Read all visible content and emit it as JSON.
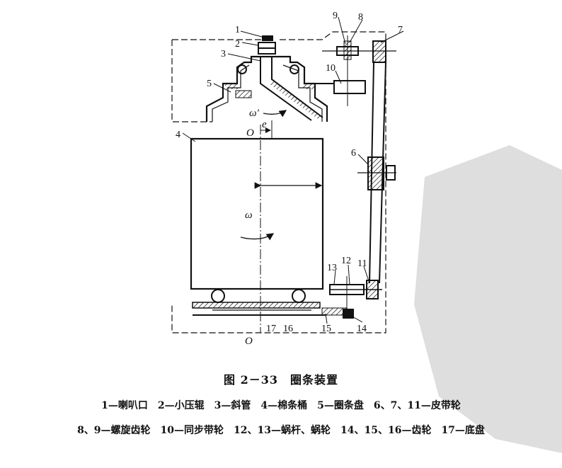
{
  "figure": {
    "title": "图 2－33　圈条装置",
    "legend_line1": "1—喇叭口　2—小压辊　3—斜管　4—棉条桶　5—圈条盘　6、7、11—皮带轮",
    "legend_line2": "8、9—螺旋齿轮　10—同步带轮　12、13—蜗杆、蜗轮　14、15、16—齿轮　17—底盘"
  },
  "diagram": {
    "part_labels": [
      "1",
      "2",
      "3",
      "4",
      "5",
      "6",
      "7",
      "8",
      "9",
      "10",
      "11",
      "12",
      "13",
      "14",
      "15",
      "16",
      "17"
    ],
    "symbols": {
      "omega": "ω",
      "omega_prime": "ω′",
      "axis_o_top": "O",
      "axis_o_bottom": "O",
      "eccentricity": "e"
    }
  },
  "colors": {
    "ink": "#111111",
    "watermark": "#d9d9d9"
  }
}
